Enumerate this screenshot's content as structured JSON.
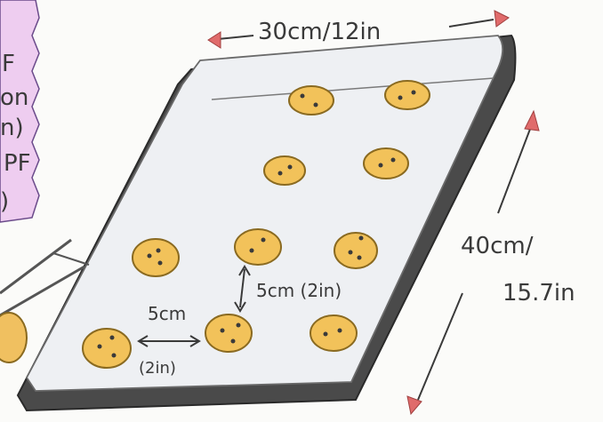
{
  "sheet": {
    "width_label": "30cm/12in",
    "height_label_line1": "40cm/",
    "height_label_line2": "15.7in"
  },
  "spacing": {
    "horizontal_top": "5cm",
    "horizontal_bottom": "(2in)",
    "vertical": "5cm (2in)"
  },
  "cookies": {
    "count": 10
  },
  "colors": {
    "tray": "#4a4a4a",
    "paper": "#eef0f3",
    "cookie": "#f2c25a",
    "arrow": "#e06b6b",
    "note_paper": "#eecdf0"
  }
}
